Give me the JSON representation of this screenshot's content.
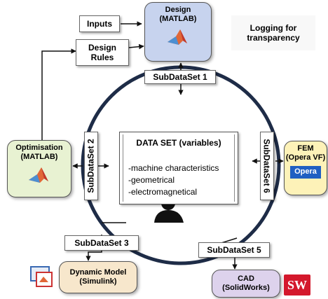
{
  "nodes": {
    "inputs": "Inputs",
    "design_rules": [
      "Design",
      "Rules"
    ],
    "design": [
      "Design",
      "(MATLAB)"
    ],
    "logging": [
      "Logging for",
      "transparency"
    ],
    "subdataset1": "SubDataSet 1",
    "subdataset2": "SubDataSet 2",
    "subdataset3": "SubDataSet 3",
    "subdataset5": "SubDataSet 5",
    "subdataset6": "SubDataSet 6",
    "optimisation": [
      "Optimisation",
      "(MATLAB)"
    ],
    "fem": [
      "FEM",
      "(Opera VF)"
    ],
    "opera_badge": "Opera",
    "dynamic_model": [
      "Dynamic Model",
      "(Simulink)"
    ],
    "cad": [
      "CAD",
      "(SolidWorks)"
    ],
    "sw_logo": "SW"
  },
  "dataset": {
    "title": "DATA SET (variables)",
    "items": [
      "-machine characteristics",
      "-geometrical",
      "-electromagnetical"
    ]
  },
  "colors": {
    "design_fill": "#c7d3ee",
    "optimisation_fill": "#e8f2d2",
    "fem_fill": "#fdf2b8",
    "dynamic_fill": "#f7e7cc",
    "cad_fill": "#ddd2ec",
    "opera_badge": "#1f5fc2",
    "sw_logo": "#d4182c",
    "circle": "#1e2c47"
  }
}
